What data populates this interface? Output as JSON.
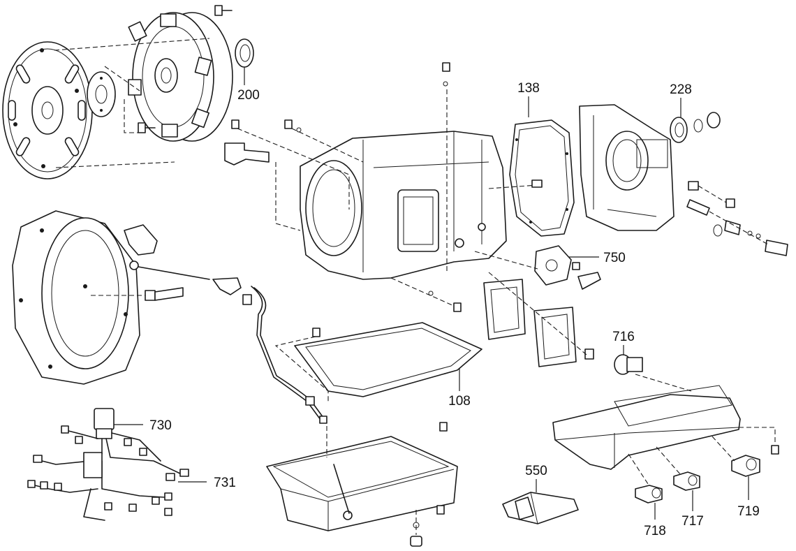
{
  "callouts": {
    "c200": "200",
    "c138": "138",
    "c228": "228",
    "c750": "750",
    "c716": "716",
    "c108": "108",
    "c730": "730",
    "c731": "731",
    "c550": "550",
    "c718": "718",
    "c717": "717",
    "c719": "719"
  }
}
